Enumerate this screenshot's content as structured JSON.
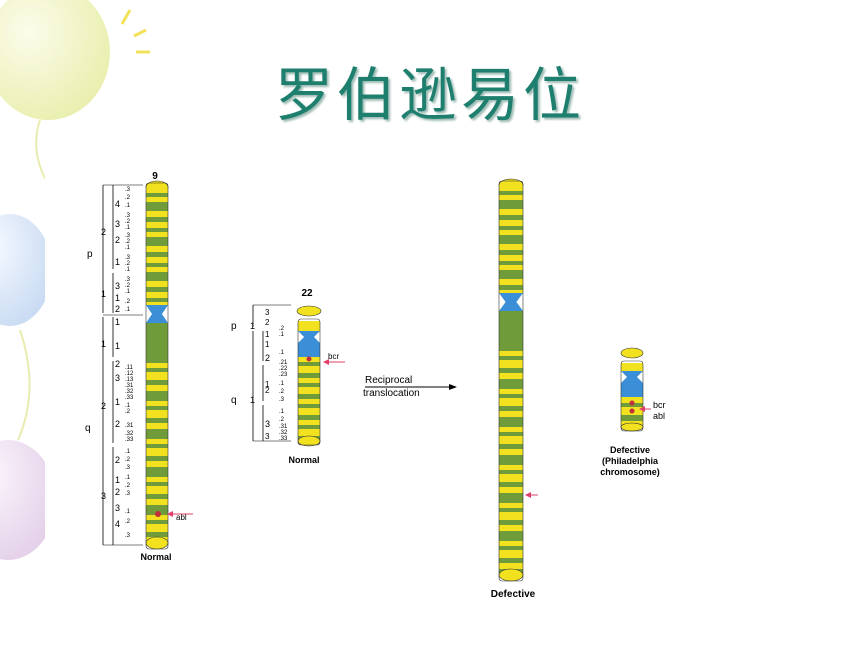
{
  "slide": {
    "title": "罗伯逊易位"
  },
  "colors": {
    "yellow": "#f2e11e",
    "green": "#6f9b3a",
    "blue": "#3b8fd6",
    "title": "#1f7f6f",
    "arrow": "#e0406a",
    "gene": "#c0303a"
  },
  "chr9": {
    "number": "9",
    "arms": {
      "p": "p",
      "q": "q"
    },
    "regions": [
      "2",
      "1",
      "1",
      "2",
      "3"
    ],
    "bands": [
      "4",
      "3",
      "2",
      "1",
      "3",
      "1",
      "2",
      "1",
      "1",
      "2",
      "3",
      "1",
      "2",
      "2",
      "1",
      "2",
      "3",
      "4"
    ],
    "subbands": [
      ".3",
      ".2",
      ".1",
      ".3",
      ".2",
      ".1",
      ".3",
      ".2",
      ".1",
      ".3",
      ".2",
      ".1",
      ".3",
      ".2",
      ".1",
      ".2",
      ".1",
      ".11",
      ".12",
      ".13",
      ".31",
      ".32",
      ".33",
      ".1",
      ".2",
      ".31",
      ".32",
      ".33",
      ".1",
      ".2",
      ".3",
      ".1",
      ".2",
      ".3",
      ".1",
      ".2",
      ".3"
    ],
    "gene": "abl",
    "caption": "Normal"
  },
  "chr22": {
    "number": "22",
    "arms": {
      "p": "p",
      "q": "q"
    },
    "regions": [
      "1",
      "1",
      "2",
      "3"
    ],
    "bands": [
      "3",
      "2",
      "1",
      "1",
      "1",
      "2",
      "3"
    ],
    "subbands": [
      ".2",
      ".1",
      ".1",
      ".21",
      ".22",
      ".23",
      ".1",
      ".2",
      ".3",
      ".1",
      ".2",
      ".31",
      ".32",
      ".33"
    ],
    "gene": "bcr",
    "caption": "Normal"
  },
  "translocation": {
    "line1": "Reciprocal",
    "line2": "translocation"
  },
  "der9": {
    "caption": "Defective"
  },
  "ph": {
    "gene1": "bcr",
    "gene2": "abl",
    "caption_line1": "Defective",
    "caption_line2": "(Philadelphia",
    "caption_line3": "chromosome)"
  }
}
